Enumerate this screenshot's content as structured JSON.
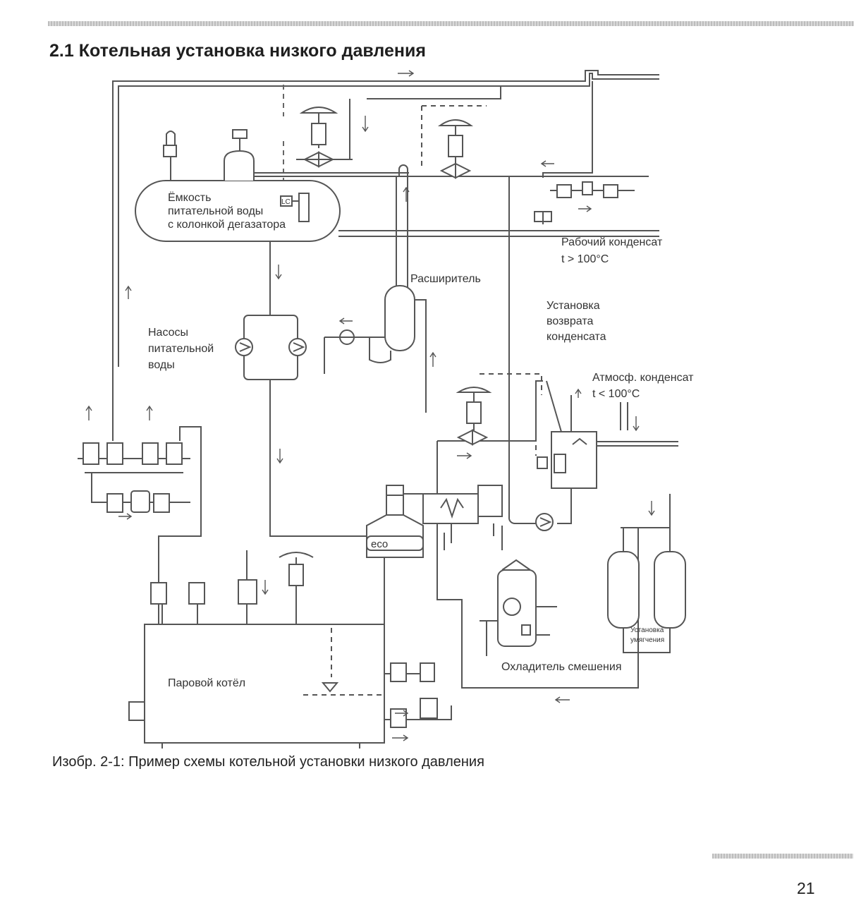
{
  "section_title": "2.1 Котельная установка низкого давления",
  "caption": "Изобр. 2-1: Пример схемы котельной установки низкого давления",
  "page_number": "21",
  "labels": {
    "feed_tank": [
      "Ёмкость",
      "питательной воды",
      "с колонкой дегазатора"
    ],
    "level_controller": "LC",
    "working_condensate": [
      "Рабочий конденсат",
      "t > 100°C"
    ],
    "flash_vessel": "Расширитель",
    "condensate_return": [
      "Установка",
      "возврата",
      "конденсата"
    ],
    "feed_pumps": [
      "Насосы",
      "питательной",
      "воды"
    ],
    "atm_condensate": [
      "Атмосф. конденсат",
      "t < 100°C"
    ],
    "economizer": "eco",
    "softening_unit": [
      "Установка",
      "умягчения"
    ],
    "mixing_cooler": "Охладитель смешения",
    "steam_boiler": "Паровой котёл"
  }
}
